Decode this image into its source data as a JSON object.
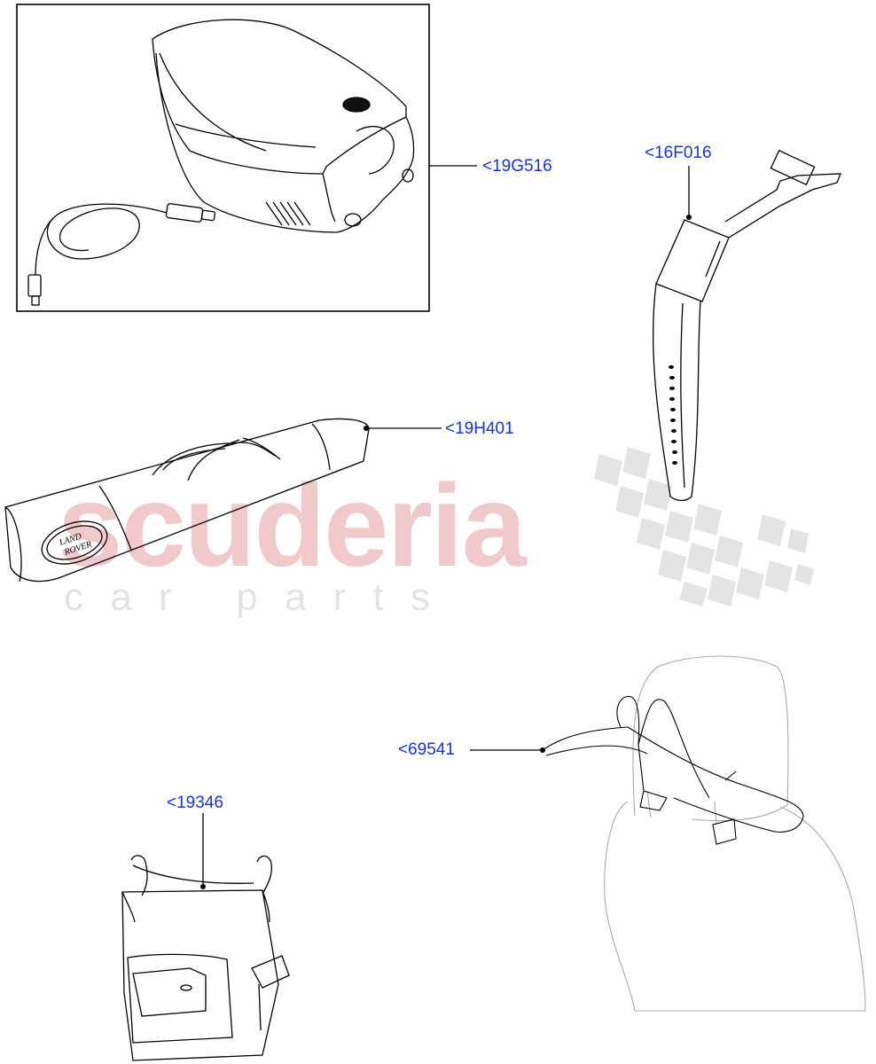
{
  "colors": {
    "callout": "#1a33c8",
    "leader": "#000000",
    "watermark_red": "#f1c9cb",
    "watermark_gray": "#e3e3e3",
    "line_art": "#000000"
  },
  "callouts": {
    "cooler": "<19G516",
    "strap": "<16F016",
    "ski_bag": "<19H401",
    "hanger": "<69541",
    "seat_bag": "<19346"
  },
  "watermark": {
    "brand": "scuderia",
    "tagline": "c a r   p a r t s"
  },
  "badge": {
    "line1": "LAND",
    "line2": "ROVER"
  }
}
